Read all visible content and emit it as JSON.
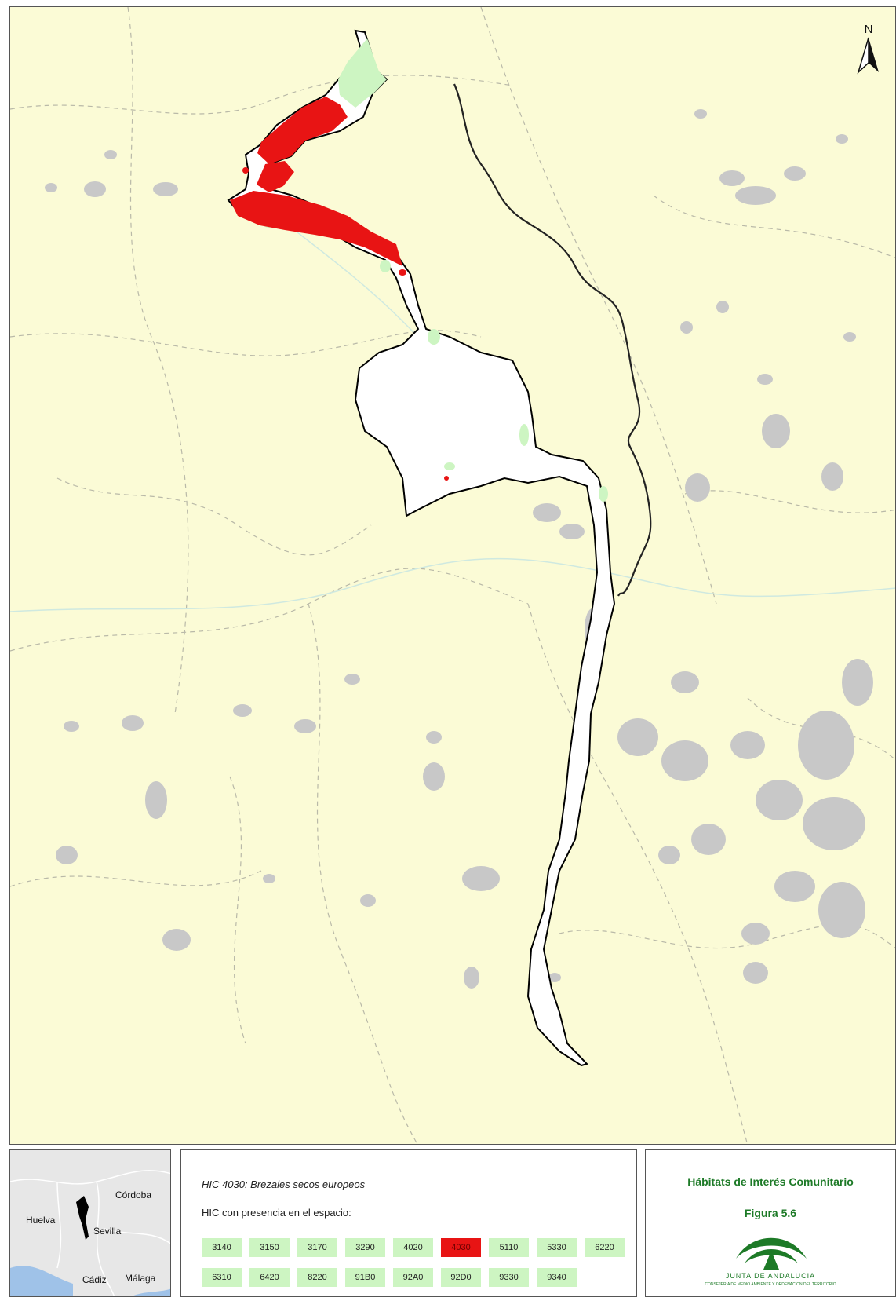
{
  "map": {
    "north_label": "N"
  },
  "inset": {
    "labels": [
      "Córdoba",
      "Huelva",
      "Sevilla",
      "Cádiz",
      "Málaga"
    ]
  },
  "legend": {
    "title": "HIC 4030: Brezales secos europeos",
    "subtitle": "HIC con presencia en el espacio:",
    "row1": [
      "3140",
      "3150",
      "3170",
      "3290",
      "4020",
      "4030",
      "5110",
      "5330",
      "6220"
    ],
    "row2": [
      "6310",
      "6420",
      "8220",
      "91B0",
      "92A0",
      "92D0",
      "9330",
      "9340"
    ],
    "active_code": "4030"
  },
  "titlebox": {
    "heading": "Hábitats de Interés Comunitario",
    "figure": "Figura 5.6",
    "org_name": "JUNTA DE ANDALUCIA",
    "org_sub": "CONSEJERIA DE MEDIO AMBIENTE Y ORDENACION DEL TERRITORIO"
  },
  "colors": {
    "map_background": "#fbfbd6",
    "habitat_highlight": "#e81414",
    "habitat_other": "#cdf5c2",
    "urban": "#c8c8c8",
    "brand_green": "#1d7a27"
  }
}
